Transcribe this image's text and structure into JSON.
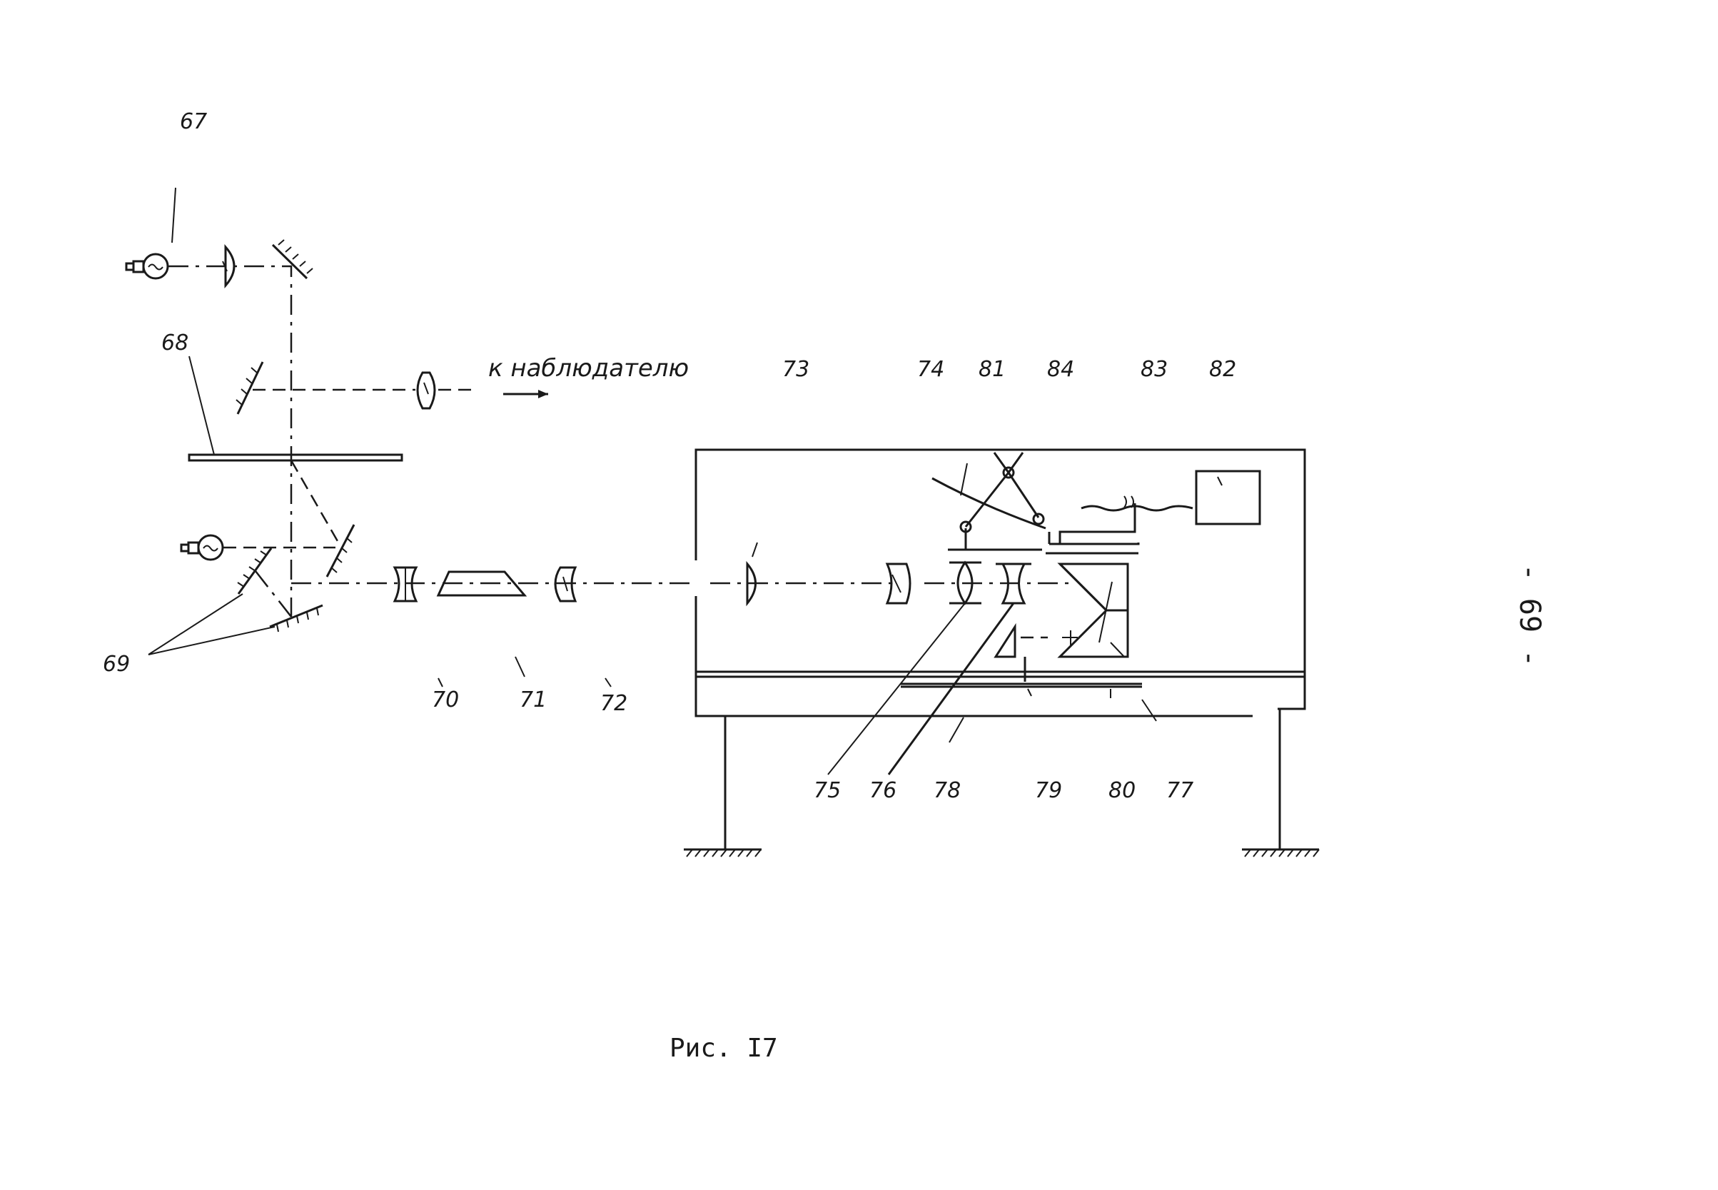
{
  "figure": {
    "observer_text": "к наблюдателю",
    "caption": "Рис. I7",
    "page_number": "- 69 -"
  },
  "labels": [
    {
      "id": "67",
      "text": "67"
    },
    {
      "id": "68",
      "text": "68"
    },
    {
      "id": "69",
      "text": "69"
    },
    {
      "id": "70",
      "text": "70"
    },
    {
      "id": "71",
      "text": "71"
    },
    {
      "id": "72",
      "text": "72"
    },
    {
      "id": "73",
      "text": "73"
    },
    {
      "id": "74",
      "text": "74"
    },
    {
      "id": "81",
      "text": "81"
    },
    {
      "id": "84",
      "text": "84"
    },
    {
      "id": "83",
      "text": "83"
    },
    {
      "id": "82",
      "text": "82"
    },
    {
      "id": "75",
      "text": "75"
    },
    {
      "id": "76",
      "text": "76"
    },
    {
      "id": "78",
      "text": "78"
    },
    {
      "id": "79",
      "text": "79"
    },
    {
      "id": "80",
      "text": "80"
    },
    {
      "id": "77",
      "text": "77"
    }
  ],
  "colors": {
    "ink": "#1a1a1a",
    "paper": "#ffffff"
  }
}
